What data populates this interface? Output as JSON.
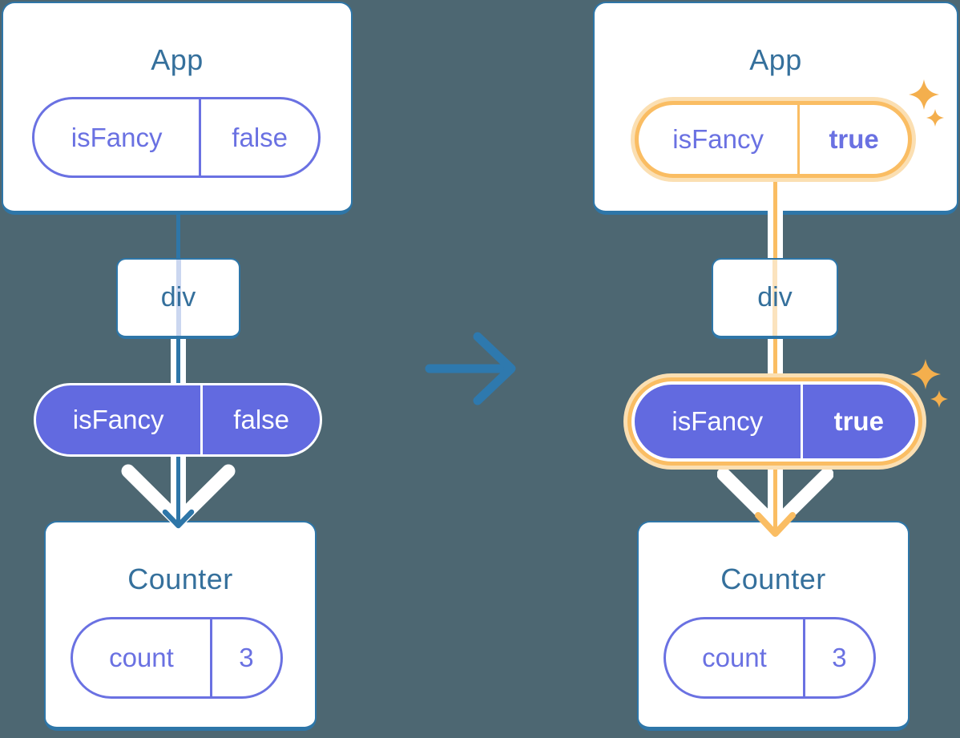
{
  "colors": {
    "background": "#4D6772",
    "card_fill": "#FFFFFF",
    "card_border_blue": "#2E76A8",
    "heading_text": "#35709C",
    "purple_fill": "#626AE0",
    "purple_outline": "#6A71E2",
    "highlight_orange": "#FABD63",
    "highlight_orange_light": "#FBDFB2",
    "sparkle_orange": "#F4AF4D",
    "div_stripe_lavender": "#CBD7F0",
    "div_stripe_peach": "#FBE3BE",
    "transition_arrow_blue": "#2E79AE"
  },
  "before": {
    "app": {
      "title": "App",
      "prop": {
        "name": "isFancy",
        "value": "false"
      }
    },
    "container": {
      "label": "div"
    },
    "passed_prop": {
      "name": "isFancy",
      "value": "false"
    },
    "counter": {
      "title": "Counter",
      "state": {
        "name": "count",
        "value": "3"
      }
    }
  },
  "after": {
    "app": {
      "title": "App",
      "prop": {
        "name": "isFancy",
        "value": "true"
      }
    },
    "container": {
      "label": "div"
    },
    "passed_prop": {
      "name": "isFancy",
      "value": "true"
    },
    "counter": {
      "title": "Counter",
      "state": {
        "name": "count",
        "value": "3"
      }
    }
  },
  "icons": {
    "transition_arrow": "right-arrow",
    "prop_flow_arrow": "down-arrow",
    "sparkle": "four-point-star"
  }
}
